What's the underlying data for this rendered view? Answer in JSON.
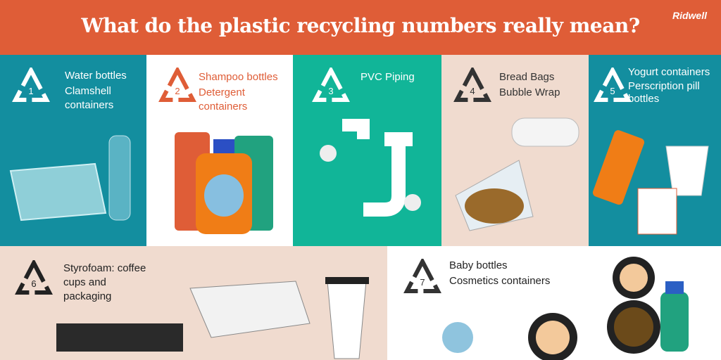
{
  "header": {
    "title": "What do the plastic recycling numbers really mean?",
    "logo": "Ridwell"
  },
  "colors": {
    "header": "#df5d37",
    "teal": "#138e9f",
    "green": "#11b598",
    "beige": "#f0dbcf",
    "orange": "#df5d37",
    "dark": "#333333"
  },
  "plastics": [
    {
      "number": "1",
      "items": [
        "Water bottles",
        "Clamshell containers"
      ]
    },
    {
      "number": "2",
      "items": [
        "Shampoo bottles",
        "Detergent containers"
      ]
    },
    {
      "number": "3",
      "items": [
        "PVC Piping"
      ]
    },
    {
      "number": "4",
      "items": [
        "Bread Bags",
        "Bubble Wrap"
      ]
    },
    {
      "number": "5",
      "items": [
        "Yogurt containers",
        "Perscription pill bottles"
      ]
    },
    {
      "number": "6",
      "items": [
        "Styrofoam: coffee cups and packaging"
      ]
    },
    {
      "number": "7",
      "items": [
        "Baby bottles",
        "Cosmetics containers"
      ]
    }
  ]
}
